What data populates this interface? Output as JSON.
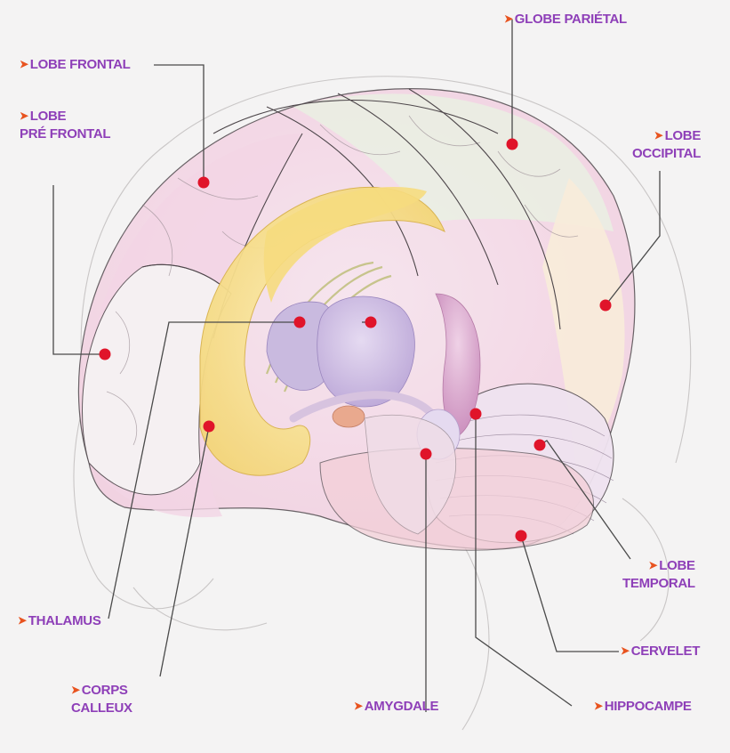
{
  "colors": {
    "label": "#8e3fb8",
    "arrow": "#e8531f",
    "dot": "#e0142a",
    "leader": "#4a4a4a"
  },
  "labels": {
    "lobe_frontal": "LOBE FRONTAL",
    "lobe_prefrontal_1": "LOBE",
    "lobe_prefrontal_2": "PRÉ FRONTAL",
    "globe_parietal": "GLOBE PARIÉTAL",
    "lobe_occipital_1": "LOBE",
    "lobe_occipital_2": "OCCIPITAL",
    "lobe_temporal_1": "LOBE",
    "lobe_temporal_2": "TEMPORAL",
    "thalamus": "THALAMUS",
    "corps_calleux_1": "CORPS",
    "corps_calleux_2": "CALLEUX",
    "amygdale": "AMYGDALE",
    "cervelet": "CERVELET",
    "hippocampe": "HIPPOCAMPE"
  },
  "arrow_glyph": "➤"
}
